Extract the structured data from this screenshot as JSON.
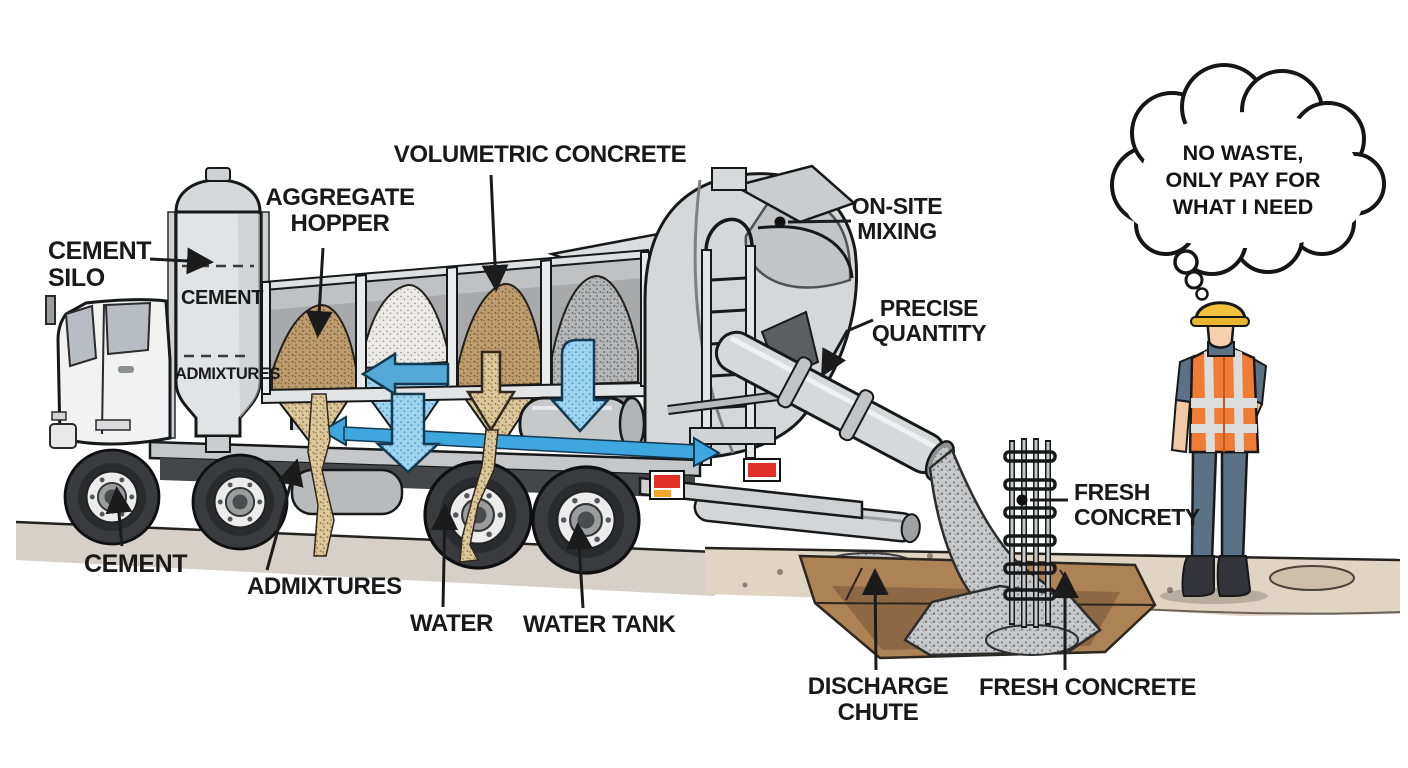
{
  "labels": {
    "cement_silo": "CEMENT\nSILO",
    "cement_inside_silo": "CEMENT",
    "admixtures_inside_silo": "ADMIXTURES",
    "aggregate_hopper": "AGGREGATE\nHOPPER",
    "volumetric_concrete": "VOLUMETRIC CONCRETE",
    "onsite_mixing": "ON-SITE\nMIXING",
    "precise_quantity": "PRECISE\nQUANTITY",
    "fresh_concrety": "FRESH\nCONCRETY",
    "cement_bottom": "CEMENT",
    "admixtures_bottom": "ADMIXTURES",
    "water": "WATER",
    "water_tank": "WATER TANK",
    "discharge_chute": "DISCHARGE\nCHUTE",
    "fresh_concrete": "FRESH CONCRETE",
    "thought_bubble": "NO WASTE,\nONLY PAY FOR\nWHAT I NEED"
  },
  "colors": {
    "flow_blue": "#3fa7e0",
    "vest_orange": "#ef7b35",
    "helmet_yellow": "#f2c23c",
    "tail_light_red": "#e03028",
    "tail_light_amber": "#f5a62a"
  }
}
